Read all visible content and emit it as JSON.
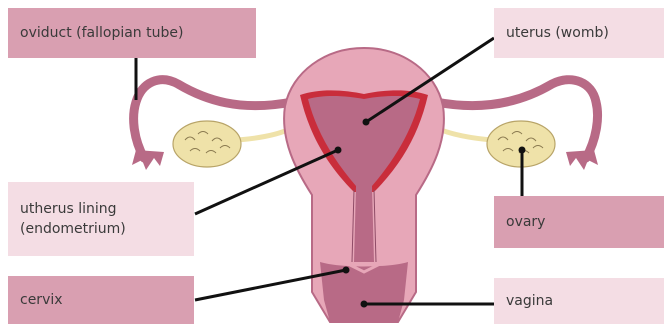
{
  "labels": {
    "oviduct": "oviduct (fallopian tube)",
    "uterus": "uterus (womb)",
    "lining": "utherus lining\n(endometrium)",
    "ovary": "ovary",
    "cervix": "cervix",
    "vagina": "vagina"
  },
  "colors": {
    "label_dark": "#d99fb1",
    "label_light": "#f4dde4",
    "outer_wall": "#e7a7b8",
    "inner_wall": "#b86a86",
    "lining_red": "#c92d3b",
    "ovary": "#efe2a9",
    "line": "#111111"
  }
}
